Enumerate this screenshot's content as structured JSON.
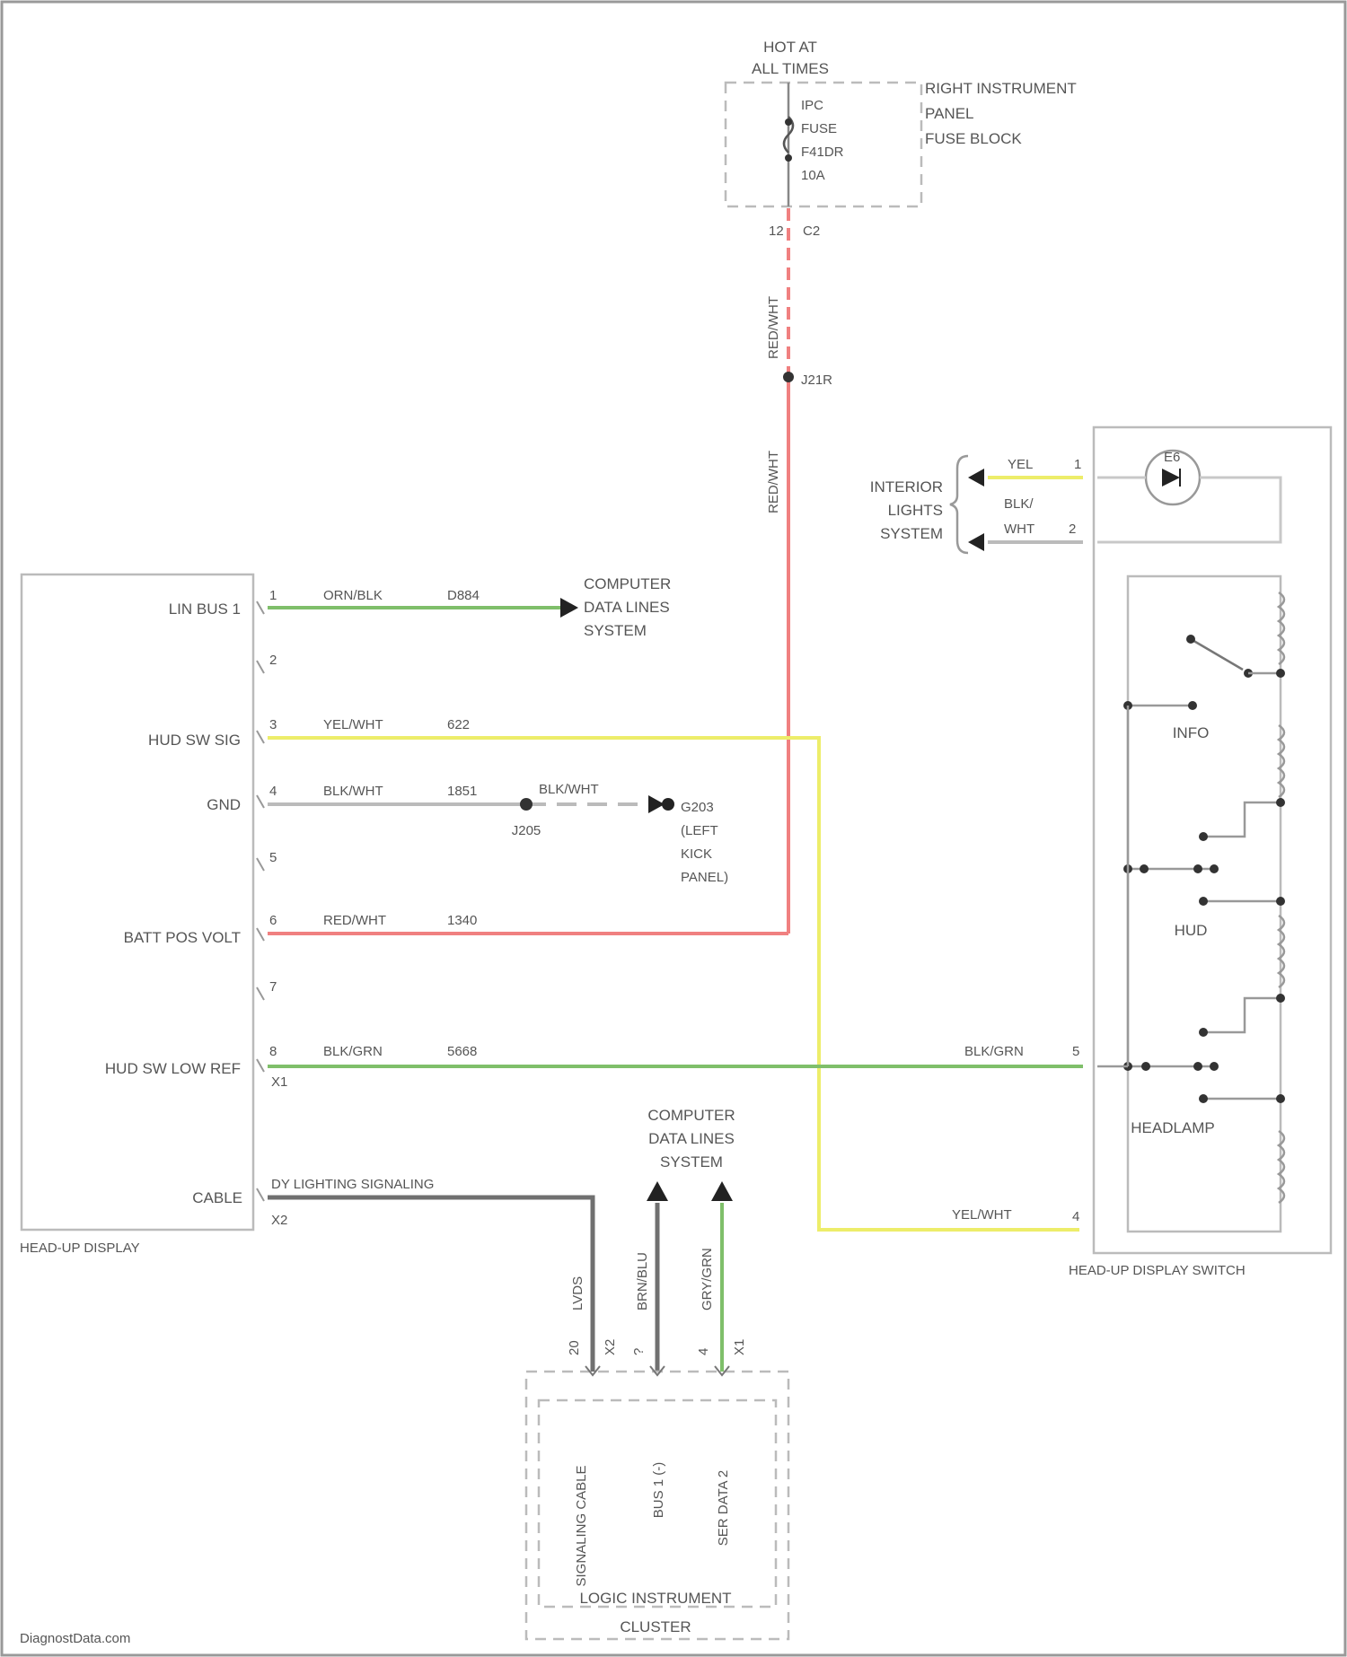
{
  "fuse_block": {
    "supply": [
      "HOT AT",
      "ALL TIMES"
    ],
    "name": [
      "RIGHT INSTRUMENT",
      "PANEL",
      "FUSE BLOCK"
    ],
    "fuse": [
      "IPC",
      "FUSE",
      "F41DR",
      "10A"
    ],
    "pin": "12",
    "connector": "C2"
  },
  "splice_top": "J21R",
  "riser_color_top": "RED/WHT",
  "riser_color_bottom": "RED/WHT",
  "hud": {
    "name": "HEAD-UP DISPLAY",
    "x1": "X1",
    "x2": "X2",
    "pins": [
      {
        "num": "1",
        "label": "LIN BUS 1",
        "color": "ORN/BLK",
        "circuit": "D884"
      },
      {
        "num": "2",
        "label": "",
        "color": "",
        "circuit": ""
      },
      {
        "num": "3",
        "label": "HUD SW SIG",
        "color": "YEL/WHT",
        "circuit": "622"
      },
      {
        "num": "4",
        "label": "GND",
        "color": "BLK/WHT",
        "circuit": "1851"
      },
      {
        "num": "5",
        "label": "",
        "color": "",
        "circuit": ""
      },
      {
        "num": "6",
        "label": "BATT POS VOLT",
        "color": "RED/WHT",
        "circuit": "1340"
      },
      {
        "num": "7",
        "label": "",
        "color": "",
        "circuit": ""
      },
      {
        "num": "8",
        "label": "HUD SW LOW REF",
        "color": "BLK/GRN",
        "circuit": "5668"
      }
    ],
    "cable_label": "CABLE",
    "cable_text": "DY LIGHTING SIGNALING"
  },
  "computer_top": [
    "COMPUTER",
    "DATA LINES",
    "SYSTEM"
  ],
  "ground": {
    "splice": "J205",
    "wire": "BLK/WHT",
    "point": [
      "G203",
      "(LEFT",
      "KICK",
      "PANEL)"
    ]
  },
  "interior": {
    "label": [
      "INTERIOR",
      "LIGHTS",
      "SYSTEM"
    ],
    "wire1": "YEL",
    "wire2": [
      "BLK/",
      "WHT"
    ],
    "pin1": "1",
    "pin2": "2"
  },
  "hud_switch": {
    "name": "HEAD-UP DISPLAY SWITCH",
    "labels": [
      "INFO",
      "HUD",
      "HEADLAMP"
    ],
    "lamp": "E6",
    "pin5_color": "BLK/GRN",
    "pin5": "5",
    "pin4_color": "YEL/WHT",
    "pin4": "4"
  },
  "computer_bottom": [
    "COMPUTER",
    "DATA LINES",
    "SYSTEM"
  ],
  "cluster": {
    "name": [
      "LOGIC INSTRUMENT",
      "CLUSTER"
    ],
    "wires": [
      {
        "pin": "X2",
        "num": "20",
        "color": "LVDS"
      },
      {
        "pin": "X1",
        "num": "?",
        "color": "BRN/BLU"
      },
      {
        "pin": "X1",
        "num": "4",
        "color": "GRY/GRN"
      }
    ],
    "internal": [
      "SIGNALING CABLE",
      "BUS 1 (-)",
      "SER DATA 2"
    ]
  },
  "watermark": "DiagnostData.com"
}
